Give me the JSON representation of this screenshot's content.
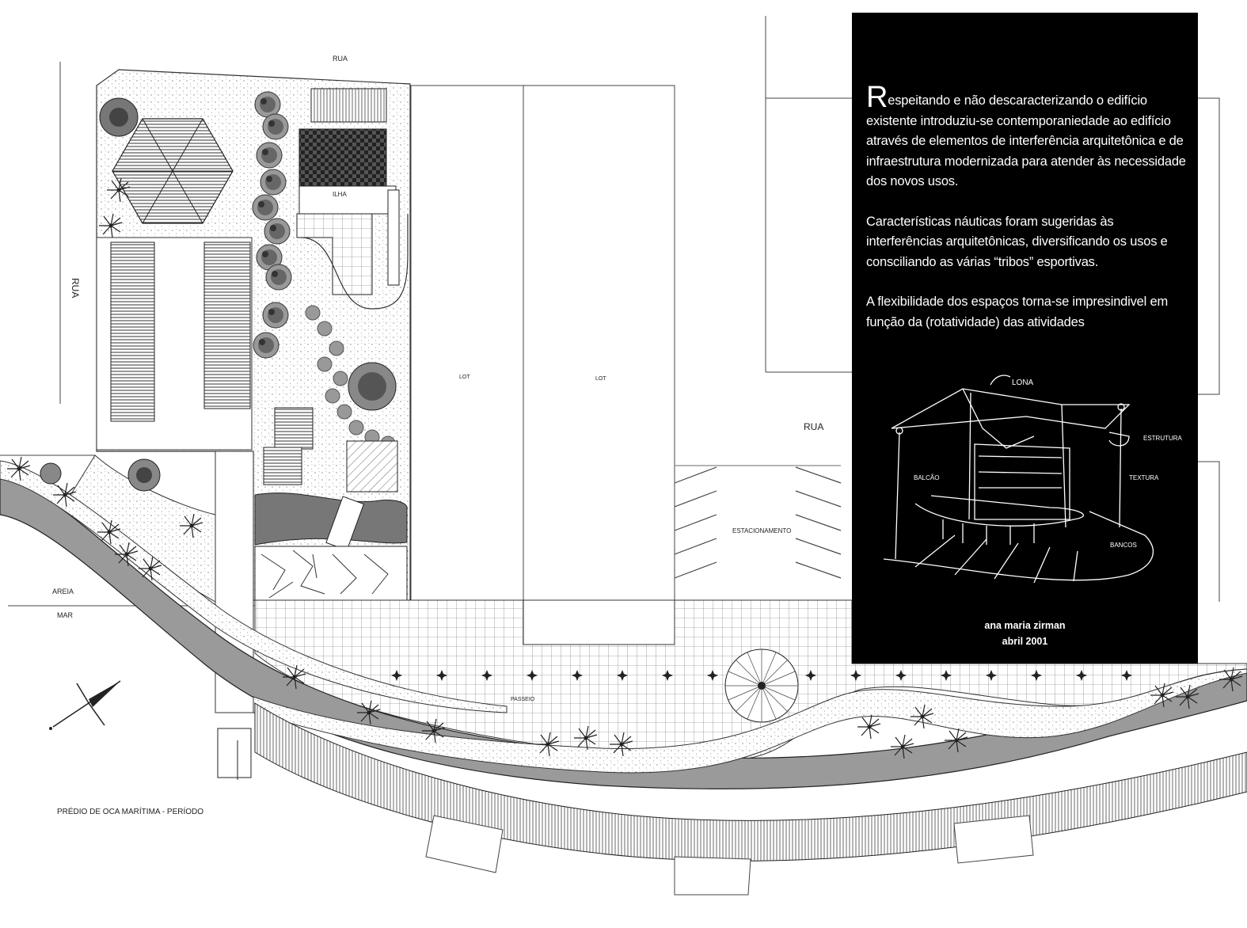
{
  "plan": {
    "street_top": "RUA",
    "street_left": "RUA",
    "street_right": "RUA",
    "lot_a": "LOT",
    "lot_b": "LOT",
    "parking": "ESTACIONAMENTO",
    "sea_area": "AREIA",
    "sea": "MAR",
    "walkway": "PASSEIO",
    "building": "ILHA",
    "title": "PRÉDIO DE OCA MARÍTIMA - PERÍODO"
  },
  "panel": {
    "p1_initial": "R",
    "p1_rest": "espeitando e não descaracterizando o edifício existente introduziu-se contemporaniedade ao edifício através de elementos de interferência arquitetônica e de infraestrutura modernizada para atender às necessidade dos novos usos.",
    "p2": "Características náuticas foram sugeridas às interferências arquitetônicas, diversificando os usos e consciliando as várias “tribos” esportivas.",
    "p3": "A flexibilidade dos espaços torna-se impresindivel em função da (rotatividade) das atividades",
    "author": "ana maria zirman",
    "date": "abril 2001"
  },
  "sketch": {
    "label_top": "LONA",
    "label_right": "ESTRUTURA",
    "label_right2": "TEXTURA",
    "label_left": "BALCÃO",
    "label_bottom": "BANCOS"
  }
}
